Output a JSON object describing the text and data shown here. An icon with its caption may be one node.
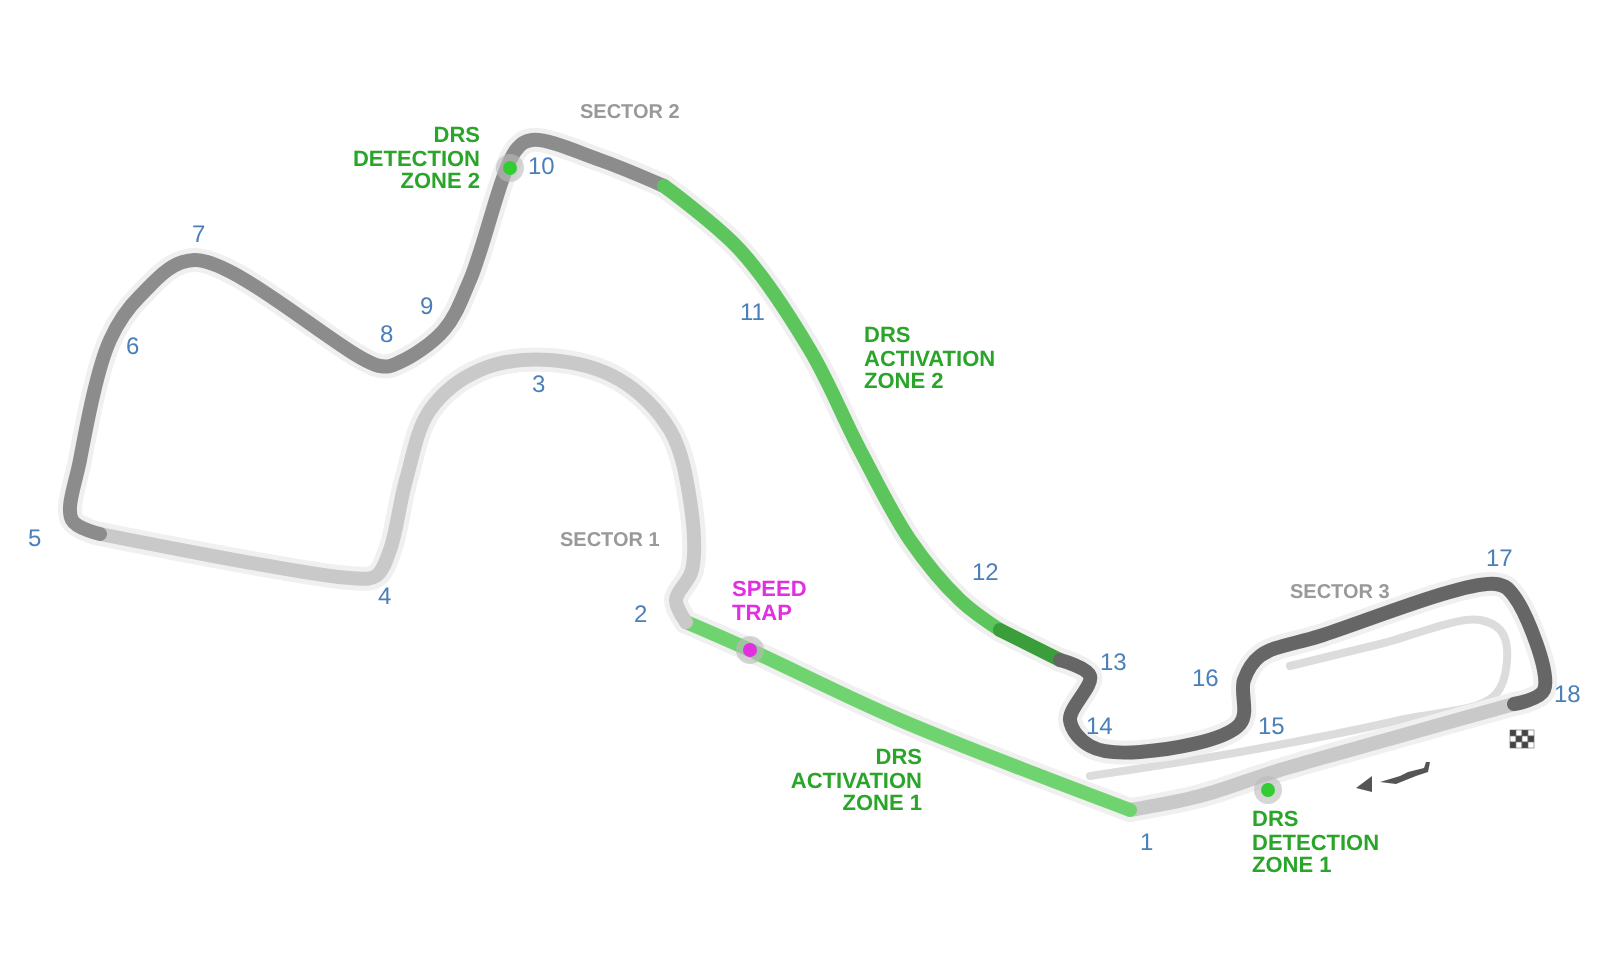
{
  "diagram": {
    "labels": [
      "SECTOR 2",
      "DRS DETECTION ZONE 2",
      "10",
      "7",
      "9",
      "11",
      "6",
      "8",
      "DRS ACTIVATION ZONE 2",
      "3",
      "5",
      "SECTOR 1",
      "12",
      "4",
      "17",
      "SECTOR 3",
      "2",
      "SPEED TRAP",
      "13",
      "16",
      "14",
      "15",
      "18",
      "DRS ACTIVATION ZONE 1",
      "1",
      "DRS DETECTION ZONE 1"
    ]
  }
}
